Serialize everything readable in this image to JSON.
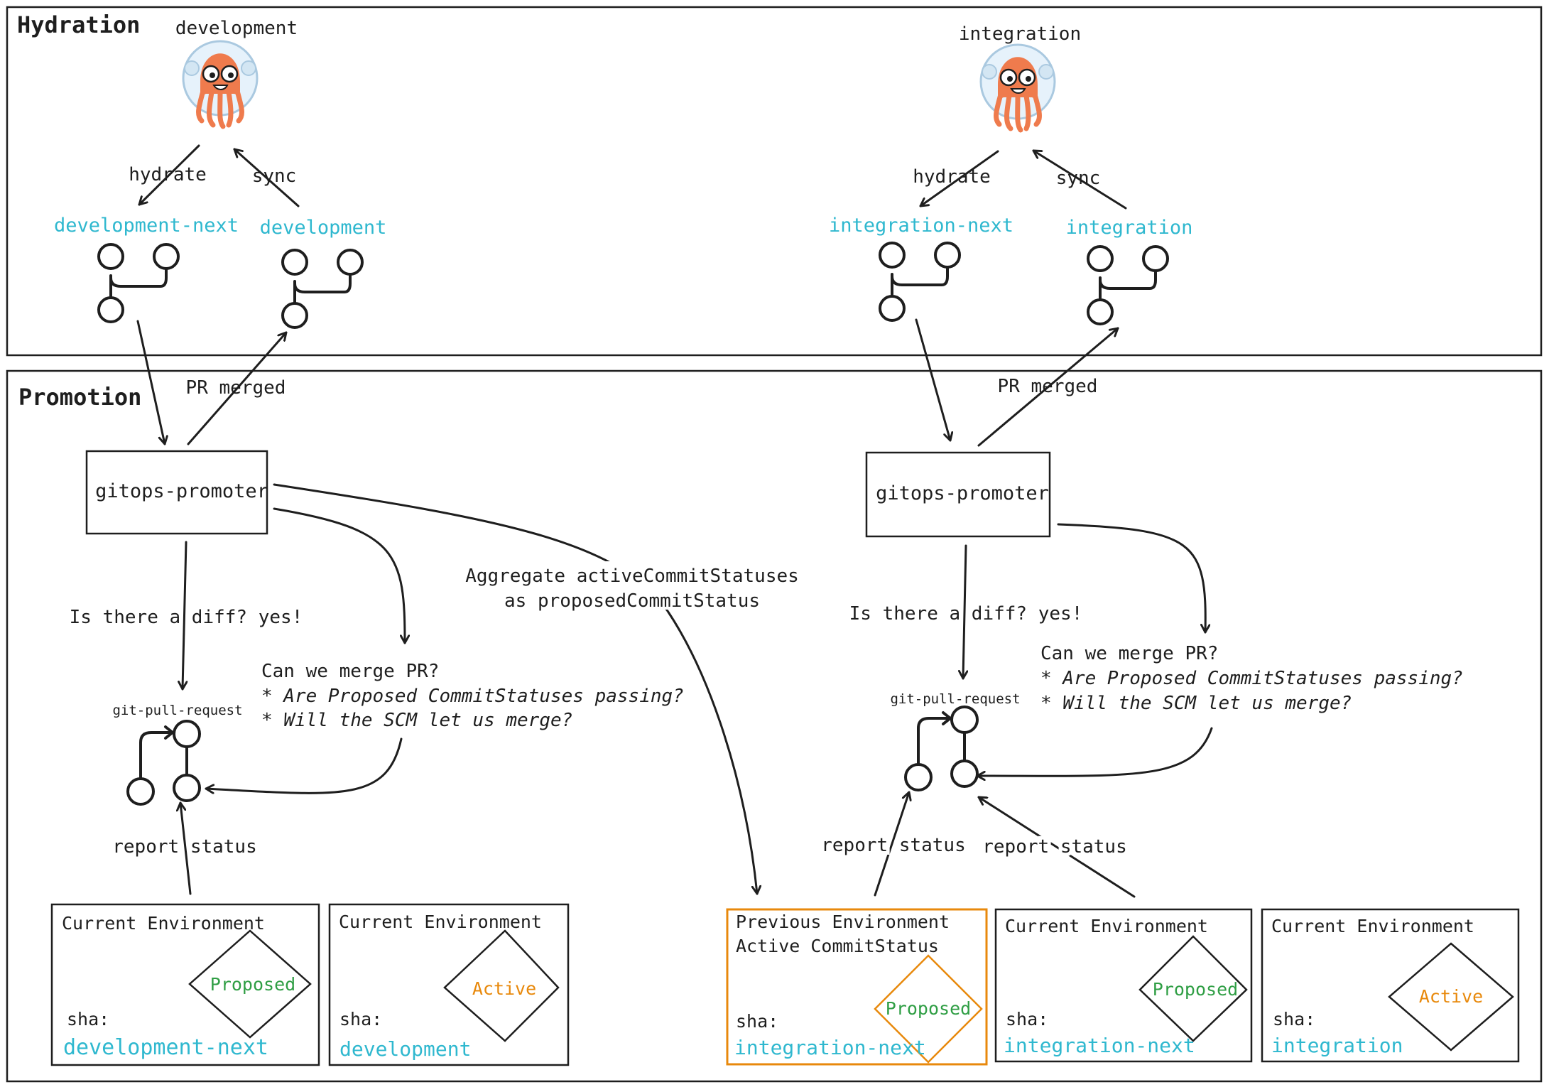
{
  "sections": {
    "hydration": "Hydration",
    "promotion": "Promotion"
  },
  "environments": {
    "development": {
      "name": "development",
      "hydrate": "hydrate",
      "sync": "sync",
      "next_branch": "development-next",
      "branch": "development"
    },
    "integration": {
      "name": "integration",
      "hydrate": "hydrate",
      "sync": "sync",
      "next_branch": "integration-next",
      "branch": "integration"
    }
  },
  "promotion": {
    "pr_merged": "PR merged",
    "promoter": "gitops-promoter",
    "diff_question": "Is there a diff? yes!",
    "git_pull_request": "git-pull-request",
    "merge_question": {
      "line1": "Can we merge PR?",
      "line2": "* Are Proposed CommitStatuses passing?",
      "line3": "* Will the SCM let us merge?"
    },
    "report_status": "report status",
    "aggregate": {
      "line1": "Aggregate activeCommitStatuses",
      "line2": "as proposedCommitStatus"
    }
  },
  "cards": [
    {
      "title1": "Current Environment",
      "title2": "",
      "status": "Proposed",
      "sha_label": "sha:",
      "sha": "development-next"
    },
    {
      "title1": "Current Environment",
      "title2": "",
      "status": "Active",
      "sha_label": "sha:",
      "sha": "development"
    },
    {
      "title1": "Previous Environment",
      "title2": "Active CommitStatus",
      "status": "Proposed",
      "sha_label": "sha:",
      "sha": "integration-next"
    },
    {
      "title1": "Current Environment",
      "title2": "",
      "status": "Proposed",
      "sha_label": "sha:",
      "sha": "integration-next"
    },
    {
      "title1": "Current Environment",
      "title2": "",
      "status": "Active",
      "sha_label": "sha:",
      "sha": "integration"
    }
  ],
  "colors": {
    "branch_text": "#2fb8cf",
    "proposed": "#2f9e44",
    "active": "#e8890c",
    "highlight_border": "#e8890c",
    "mascot_body": "#ef7b4d"
  },
  "icons": [
    "octopus-mascot-icon",
    "git-branch-icon",
    "git-pull-request-icon"
  ]
}
